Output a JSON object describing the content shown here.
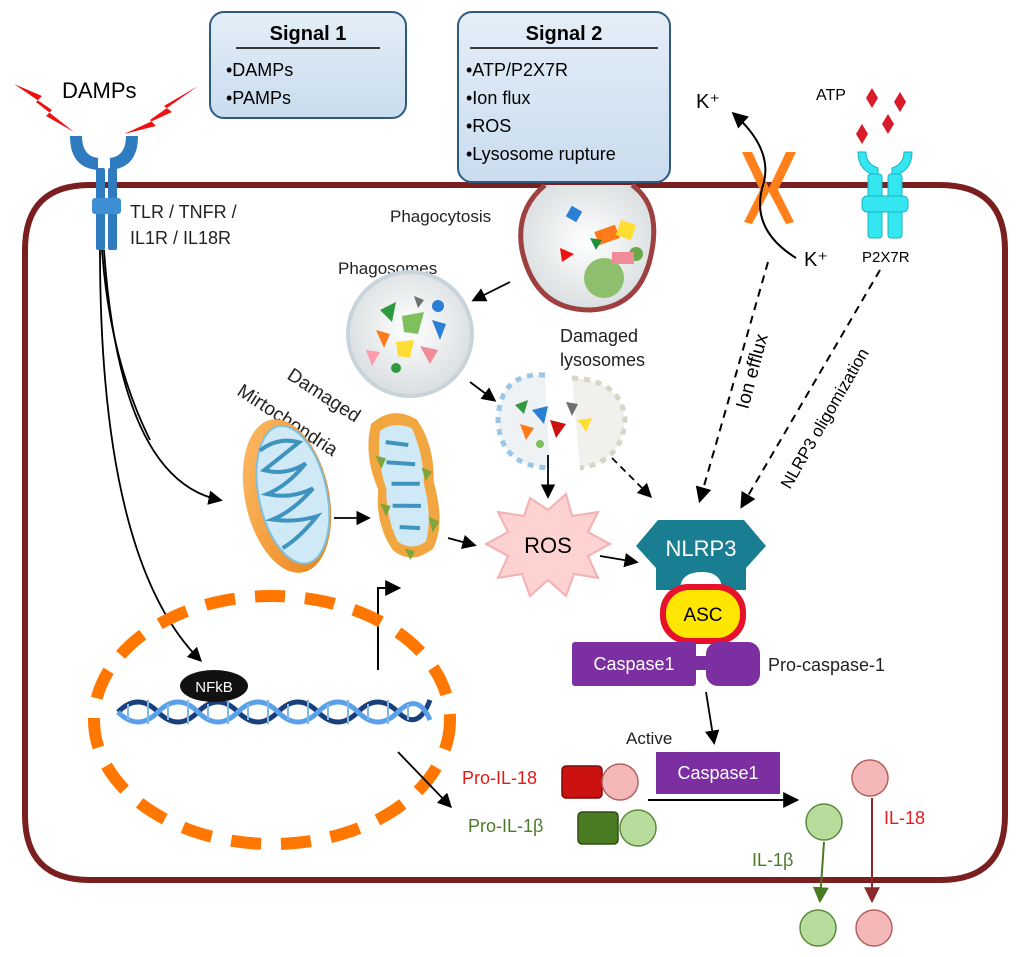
{
  "signal1": {
    "title": "Signal 1",
    "items": [
      "•DAMPs",
      "•PAMPs"
    ]
  },
  "signal2": {
    "title": "Signal 2",
    "items": [
      "•ATP/P2X7R",
      "•Ion flux",
      "•ROS",
      "•Lysosome rupture"
    ]
  },
  "labels": {
    "damps": "DAMPs",
    "receptor_line1": "TLR / TNFR /",
    "receptor_line2": "IL1R / IL18R",
    "phagocytosis": "Phagocytosis",
    "phagosomes": "Phagosomes",
    "damaged_lysosomes_1": "Damaged",
    "damaged_lysosomes_2": "lysosomes",
    "damaged_mito_1": "Damaged",
    "damaged_mito_2": "Mirtochondria",
    "ros": "ROS",
    "nlrp3": "NLRP3",
    "asc": "ASC",
    "caspase1_pro": "Caspase1",
    "procaspase": "Pro-caspase-1",
    "active": "Active",
    "caspase1_active": "Caspase1",
    "nfkb": "NFkB",
    "pro_il18": "Pro-IL-18",
    "pro_il1b": "Pro-IL-1β",
    "il1b": "IL-1β",
    "il18": "IL-18",
    "ion_efflux": "Ion efflux",
    "nlrp3_olig": "NLRP3 oligomization",
    "atp": "ATP",
    "k_top": "K⁺",
    "k_bottom": "K⁺",
    "p2x7r": "P2X7R"
  },
  "colors": {
    "cell_border": "#7a1f1f",
    "signal_box": "#d6e6f4",
    "signal_border": "#2e5a80",
    "receptor": "#2f7bbf",
    "nlrp3": "#1a7e93",
    "asc_fill": "#ffe600",
    "asc_border": "#e8112b",
    "caspase": "#7b2fa0",
    "nucleus": "#ff7700",
    "il18_dark": "#cc1111",
    "il18_light": "#f4b8b8",
    "il1b_dark": "#4a7a22",
    "il1b_light": "#b8dc9c",
    "il18_text": "#e31a1a",
    "il1b_text": "#4d7a2a",
    "p2x7r": "#33e6f0",
    "ion_channel": "#ff7f1a",
    "atp": "#d91a2a",
    "ros_fill": "#ffd2d2"
  }
}
